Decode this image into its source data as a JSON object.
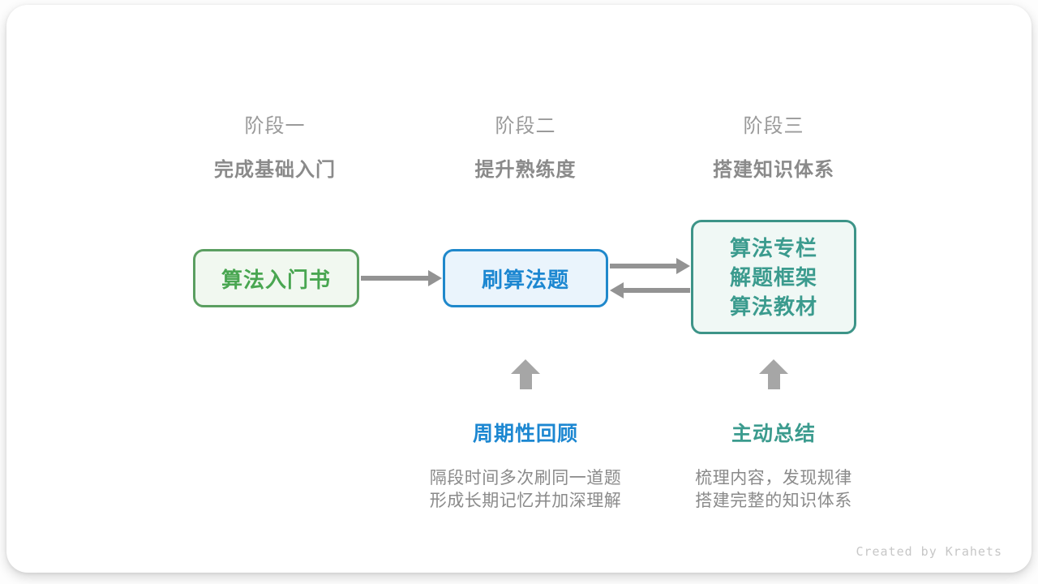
{
  "stages": [
    {
      "label": "阶段一",
      "subtitle": "完成基础入门"
    },
    {
      "label": "阶段二",
      "subtitle": "提升熟练度"
    },
    {
      "label": "阶段三",
      "subtitle": "搭建知识体系"
    }
  ],
  "nodes": [
    {
      "lines": [
        "算法入门书"
      ],
      "border_color": "#5B9F61",
      "fill_color": "#F1F8F0",
      "text_color": "#49A651"
    },
    {
      "lines": [
        "刷算法题"
      ],
      "border_color": "#1F88CB",
      "fill_color": "#EAF4FC",
      "text_color": "#1C87D1"
    },
    {
      "lines": [
        "算法专栏",
        "解题框架",
        "算法教材"
      ],
      "border_color": "#3D9488",
      "fill_color": "#F0F8F5",
      "text_color": "#3B9B8E"
    }
  ],
  "annotations": [
    {
      "title": "周期性回顾",
      "title_color": "#1C87D1",
      "desc_lines": [
        "隔段时间多次刷同一道题",
        "形成长期记忆并加深理解"
      ]
    },
    {
      "title": "主动总结",
      "title_color": "#3B9B8E",
      "desc_lines": [
        "梳理内容，发现规律",
        "搭建完整的知识体系"
      ]
    }
  ],
  "footer": {
    "credit": "Created by Krahets"
  },
  "colors": {
    "arrow": "#939393",
    "block_arrow": "#A6A6A6",
    "stage_label": "#9A9A9A",
    "stage_subtitle": "#8A8A8A",
    "desc_text": "#8A8A8A",
    "credit_text": "#C7C7C7",
    "card_bg": "#FFFFFF"
  }
}
